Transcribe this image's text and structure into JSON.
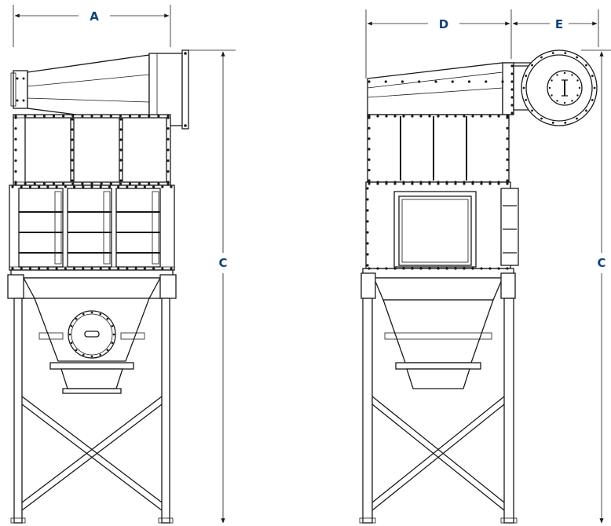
{
  "figure": {
    "dimension_labels": {
      "width_front": "A",
      "height_front": "C",
      "depth_side": "D",
      "inlet_side": "E",
      "height_side": "C"
    },
    "label_color": "#12427a",
    "line_color": "#1a1a1a"
  }
}
